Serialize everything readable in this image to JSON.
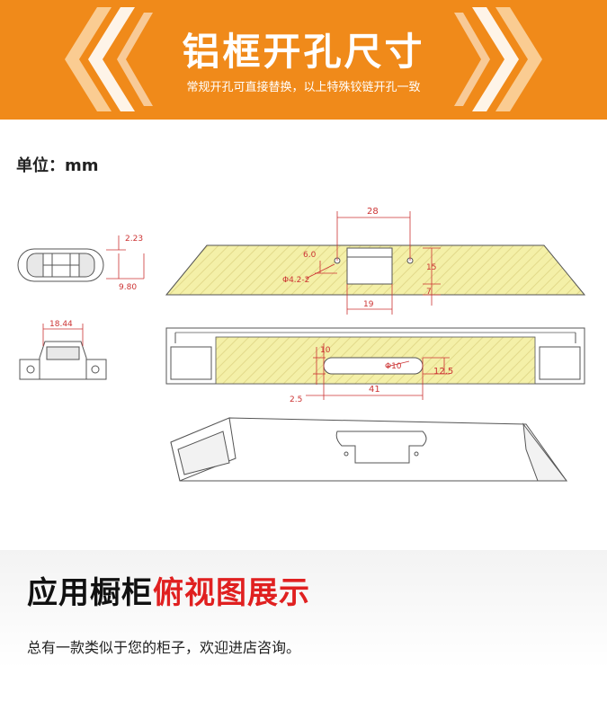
{
  "banner": {
    "title": "铝框开孔尺寸",
    "subtitle": "常规开孔可直接替换，以上特殊铰链开孔一致",
    "bg_color": "#f08a1a"
  },
  "unit_label": "单位：mm",
  "drawing": {
    "dims": {
      "d223": "2.23",
      "d980": "9.80",
      "d1844": "18.44",
      "d28": "28",
      "d60": "6.0",
      "d42": "Φ4.2-2",
      "d15": "15",
      "d7": "7",
      "d19": "19",
      "d10a": "10",
      "d10b": "Φ10",
      "d125": "12.5",
      "d25": "2.5",
      "d41": "41"
    },
    "hatch_color": "#f4f0a8"
  },
  "section": {
    "title_black": "应用橱柜",
    "title_red": "俯视图展示",
    "subtitle": "总有一款类似于您的柜子，欢迎进店咨询。"
  }
}
